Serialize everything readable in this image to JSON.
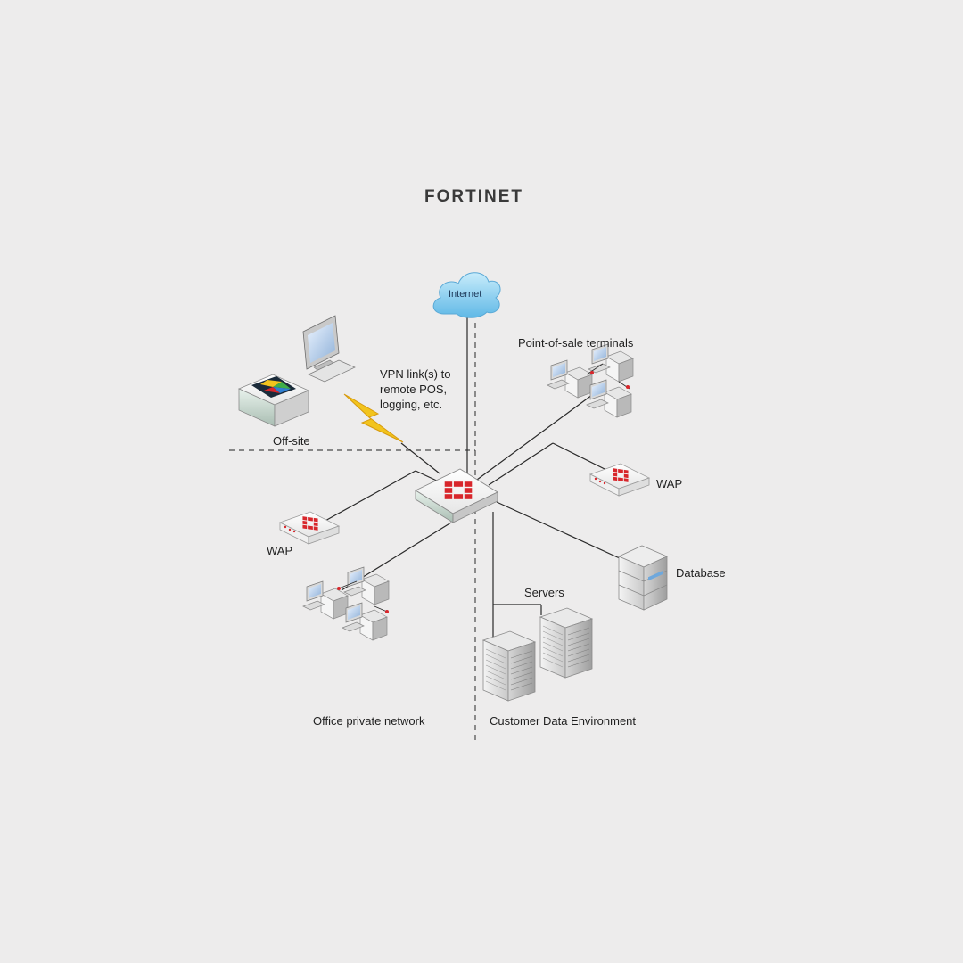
{
  "brand": {
    "logo_text": "FORTINET"
  },
  "internet": {
    "label": "Internet"
  },
  "labels": {
    "vpn_lines": [
      "VPN link(s) to",
      "remote POS,",
      "logging, etc."
    ],
    "offsite": "Off-site",
    "pos": "Point-of-sale terminals",
    "wap_right": "WAP",
    "wap_left": "WAP",
    "database": "Database",
    "servers": "Servers",
    "office": "Office private network",
    "cde": "Customer Data Environment"
  },
  "colors": {
    "background": "#edecec",
    "fortinet_red": "#d8262b",
    "line": "#2a2a2a",
    "cloud": "#8fd0f0",
    "vpn_bolt": "#f2c41d"
  },
  "icons": [
    "fortinet-logo",
    "internet-cloud-icon",
    "firewall-icon",
    "wap-icon",
    "computer-icon",
    "server-icon",
    "database-icon",
    "lightning-bolt-icon"
  ]
}
